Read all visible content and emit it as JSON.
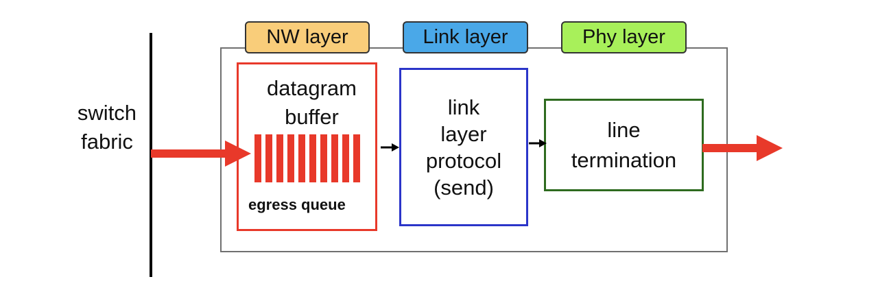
{
  "labels": {
    "switch_fabric": [
      "switch",
      "fabric"
    ],
    "layers": {
      "nw": "NW layer",
      "link": "Link layer",
      "phy": "Phy layer"
    },
    "datagram_buffer": [
      "datagram",
      "buffer"
    ],
    "egress_queue": "egress queue",
    "link_protocol": [
      "link",
      "layer",
      "protocol",
      "(send)"
    ],
    "line_termination": [
      "line",
      "termination"
    ]
  },
  "colors": {
    "nw_tag": "#f9cd7a",
    "link_tag": "#4aa8e8",
    "phy_tag": "#a8f05a",
    "buffer_border": "#e8392a",
    "protocol_border": "#2b35c9",
    "termination_border": "#2e6b1f",
    "arrow_red": "#e8392a",
    "outer_border": "#707070"
  }
}
